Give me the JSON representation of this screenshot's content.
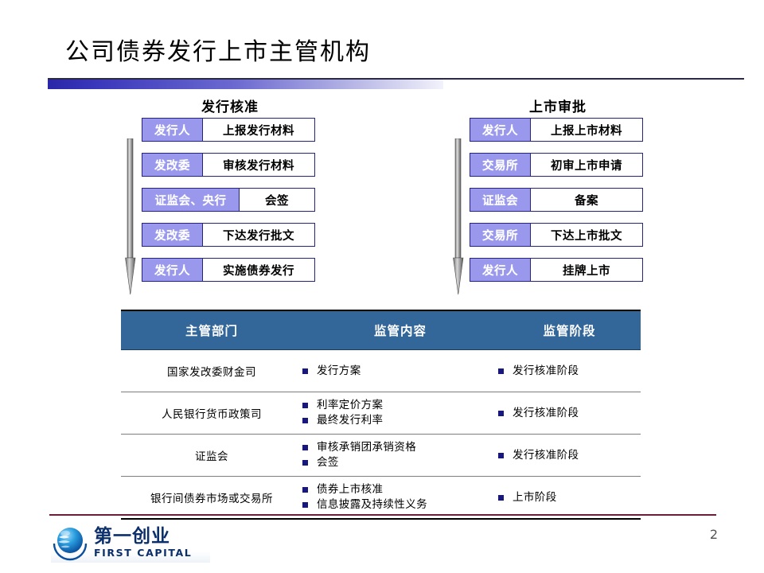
{
  "slide": {
    "title": "公司债券发行上市主管机构",
    "page_number": "2"
  },
  "flows": [
    {
      "heading": "发行核准",
      "arrow_icon": "down-arrow-icon",
      "rows": [
        {
          "label": "发行人",
          "action": "上报发行材料",
          "wide": false
        },
        {
          "label": "发改委",
          "action": "审核发行材料",
          "wide": false
        },
        {
          "label": "证监会、央行",
          "action": "会签",
          "wide": true
        },
        {
          "label": "发改委",
          "action": "下达发行批文",
          "wide": false
        },
        {
          "label": "发行人",
          "action": "实施债券发行",
          "wide": false
        }
      ]
    },
    {
      "heading": "上市审批",
      "arrow_icon": "down-arrow-icon",
      "rows": [
        {
          "label": "发行人",
          "action": "上报上市材料",
          "wide": false
        },
        {
          "label": "交易所",
          "action": "初审上市申请",
          "wide": false
        },
        {
          "label": "证监会",
          "action": "备案",
          "wide": false
        },
        {
          "label": "交易所",
          "action": "下达上市批文",
          "wide": false
        },
        {
          "label": "发行人",
          "action": "挂牌上市",
          "wide": false
        }
      ]
    }
  ],
  "table": {
    "headers": [
      "主管部门",
      "监管内容",
      "监管阶段"
    ],
    "rows": [
      {
        "dept": "国家发改委财金司",
        "scope": [
          "发行方案"
        ],
        "stage": [
          "发行核准阶段"
        ]
      },
      {
        "dept": "人民银行货币政策司",
        "scope": [
          "利率定价方案",
          "最终发行利率"
        ],
        "stage": [
          "发行核准阶段"
        ]
      },
      {
        "dept": "证监会",
        "scope": [
          "审核承销团承销资格",
          "会签"
        ],
        "stage": [
          "发行核准阶段"
        ]
      },
      {
        "dept": "银行间债券市场或交易所",
        "scope": [
          "债券上市核准",
          "信息披露及持续性义务"
        ],
        "stage": [
          "上市阶段"
        ]
      }
    ]
  },
  "footer": {
    "logo_cn": "第一创业",
    "logo_en": "FIRST CAPITAL",
    "logo_icon": "globe-icon"
  },
  "colors": {
    "header_band": "#336699",
    "flow_label": "#9a98ec",
    "flow_border": "#24247a",
    "bullet": "#17177d",
    "footer_rule": "#6b1d3a",
    "title_gradient_start": "#2a27a8"
  }
}
